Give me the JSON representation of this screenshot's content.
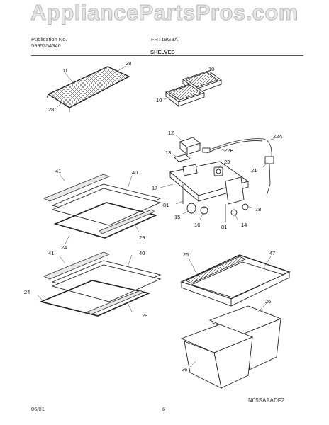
{
  "watermark": "AppliancePartsPros.com",
  "header": {
    "publication_label": "Publication No.",
    "publication_number": "5995354346",
    "model": "FRT18G3A",
    "section": "SHELVES"
  },
  "footer": {
    "date": "06/01",
    "page": "6",
    "diagram_code": "N05SAAADF2"
  },
  "callouts": {
    "wire_shelf_top_right": "28",
    "wire_shelf": "11",
    "wire_shelf_bottom_left": "28",
    "ice_tray_top": "10",
    "ice_tray_bottom": "10",
    "ice_bucket": "12",
    "clip": "13",
    "harness": "22A",
    "connector": "22B",
    "control": "23",
    "wire_clip": "21",
    "housing": "17",
    "screw_left": "81",
    "lamp_socket": "15",
    "knob": "16",
    "screw_mid": "81",
    "screw_right": "14",
    "grommet": "18",
    "trim_upper": "41",
    "glass_upper": "40",
    "frame_upper": "24",
    "trim_rear_upper": "29",
    "trim_lower": "41",
    "glass_lower": "40",
    "frame_lower": "24",
    "trim_rear_lower": "29",
    "crisper_cover_frame": "25",
    "crisper_cover_glass": "47",
    "crisper_pan_right": "26",
    "crisper_pan_left": "26"
  }
}
